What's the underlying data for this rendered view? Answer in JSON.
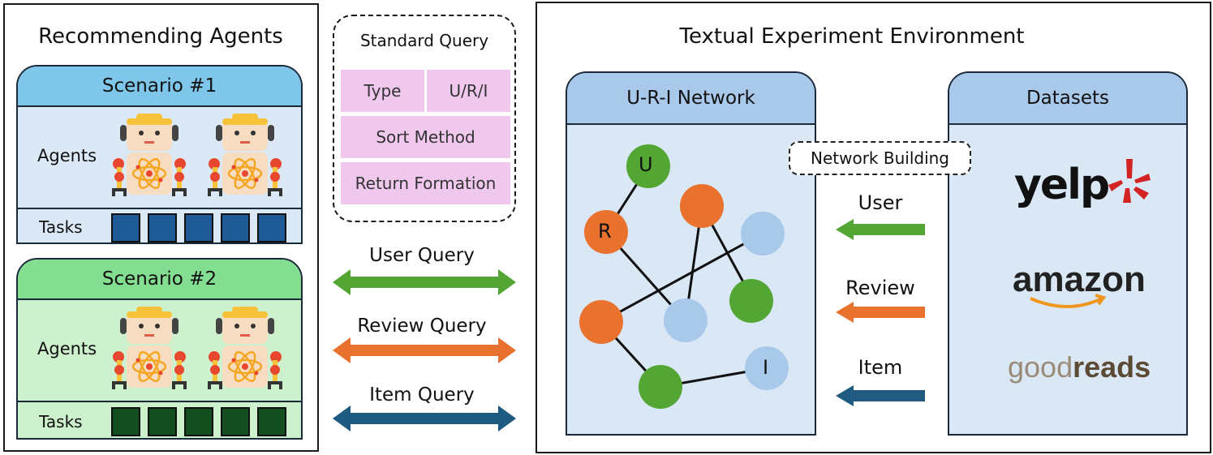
{
  "left_panel": {
    "title": "Recommending Agents",
    "scenarios": [
      {
        "title": "Scenario #1",
        "agents_label": "Agents",
        "tasks_label": "Tasks",
        "task_count": 5,
        "head_color": "#7fc7ea",
        "body_color": "#dbe9f6",
        "task_color": "#1d5a96"
      },
      {
        "title": "Scenario #2",
        "agents_label": "Agents",
        "tasks_label": "Tasks",
        "task_count": 5,
        "head_color": "#84de91",
        "body_color": "#cdf0cd",
        "task_color": "#144d1f"
      }
    ]
  },
  "standard_query": {
    "title": "Standard Query",
    "fields": [
      "Type",
      "U/R/I",
      "Sort Method",
      "Return Formation"
    ]
  },
  "queries": [
    {
      "label": "User Query",
      "color": "#53a634"
    },
    {
      "label": "Review Query",
      "color": "#e8722e"
    },
    {
      "label": "Item Query",
      "color": "#1f5b80"
    }
  ],
  "right_panel": {
    "title": "Textual Experiment Environment",
    "network_title": "U-R-I Network",
    "datasets_title": "Datasets",
    "network_building": "Network Building",
    "flows": [
      {
        "label": "User",
        "color": "#53a634"
      },
      {
        "label": "Review",
        "color": "#e8722e"
      },
      {
        "label": "Item",
        "color": "#1f5b80"
      }
    ],
    "node_labels": {
      "u": "U",
      "r": "R",
      "i": "I"
    },
    "datasets": [
      "yelp",
      "amazon",
      "good",
      "reads"
    ]
  },
  "colors": {
    "user": "#53a634",
    "review": "#e8722e",
    "item": "#a9c9ea",
    "yelp_red": "#d32323",
    "amazon_orange": "#f0961c"
  }
}
